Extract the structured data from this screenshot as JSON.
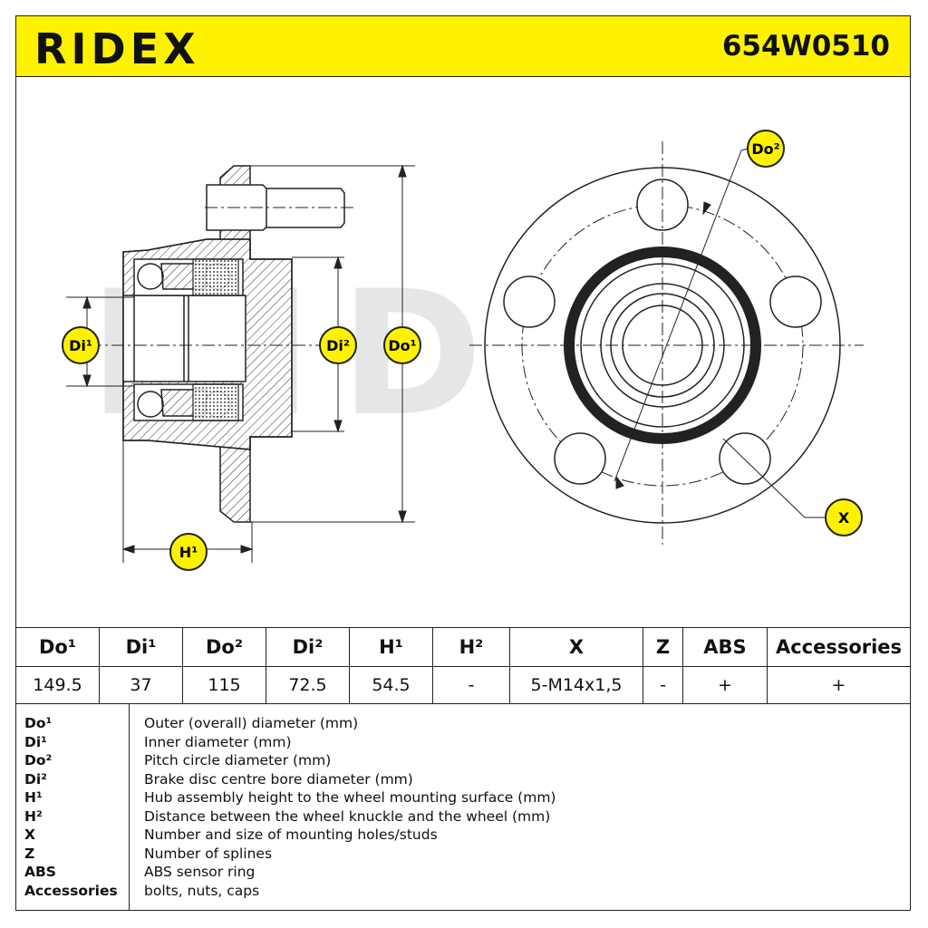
{
  "header": {
    "brand": "RIDEX",
    "part_number": "654W0510"
  },
  "drawing": {
    "watermark": "RIDEX",
    "labels": {
      "di1": "Di¹",
      "di2": "Di²",
      "do1": "Do¹",
      "do2": "Do²",
      "h1": "H¹",
      "x": "X"
    },
    "colors": {
      "accent": "#fff200",
      "line": "#222222",
      "watermark": "#e6e6e6"
    }
  },
  "spec_table": {
    "headers": [
      "Do¹",
      "Di¹",
      "Do²",
      "Di²",
      "H¹",
      "H²",
      "X",
      "Z",
      "ABS",
      "Accessories"
    ],
    "values": [
      "149.5",
      "37",
      "115",
      "72.5",
      "54.5",
      "-",
      "5-M14x1,5",
      "-",
      "+",
      "+"
    ]
  },
  "legend": [
    {
      "key": "Do¹",
      "desc": "Outer (overall) diameter (mm)"
    },
    {
      "key": "Di¹",
      "desc": "Inner diameter (mm)"
    },
    {
      "key": "Do²",
      "desc": "Pitch circle diameter (mm)"
    },
    {
      "key": "Di²",
      "desc": "Brake disc centre bore diameter (mm)"
    },
    {
      "key": "H¹",
      "desc": "Hub assembly height to the wheel mounting surface (mm)"
    },
    {
      "key": "H²",
      "desc": "Distance between the wheel knuckle and the wheel (mm)"
    },
    {
      "key": "X",
      "desc": "Number and size of mounting holes/studs"
    },
    {
      "key": "Z",
      "desc": "Number of splines"
    },
    {
      "key": "ABS",
      "desc": "ABS sensor ring"
    },
    {
      "key": "Accessories",
      "desc": "bolts, nuts, caps"
    }
  ]
}
